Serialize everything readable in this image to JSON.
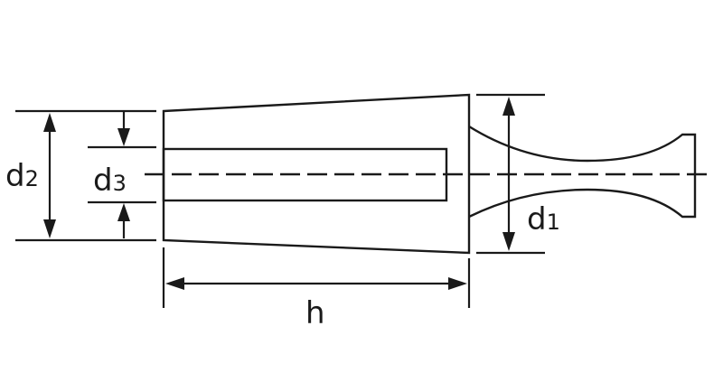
{
  "labels": {
    "d2": {
      "main": "d",
      "sub": "2"
    },
    "d3": {
      "main": "d",
      "sub": "3"
    },
    "d1": {
      "main": "d",
      "sub": "1"
    },
    "h": "h"
  },
  "colors": {
    "stroke": "#1a1a1a",
    "background": "#ffffff"
  }
}
